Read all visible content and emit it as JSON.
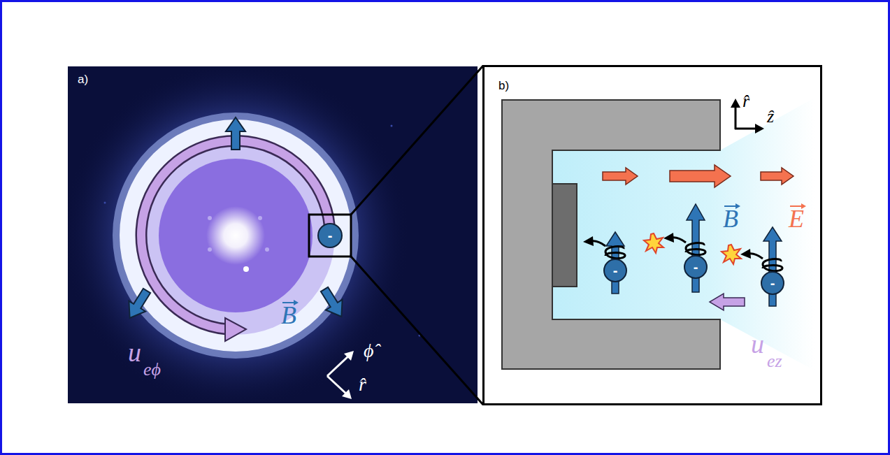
{
  "diagram": {
    "nodes": [
      {
        "text": [
          "a)"
        ]
      },
      {
        "text": [
          "-"
        ],
        "in": 0
      },
      {
        "text": [
          "b)"
        ]
      },
      {
        "text": [
          "-"
        ],
        "in": 2
      },
      {
        "text": [
          "-"
        ],
        "in": 2
      },
      {
        "text": [
          "-"
        ],
        "in": 2
      }
    ],
    "labels": [
      "u",
      "eϕ",
      "B",
      "ϕ̂",
      "r̂",
      "r̂",
      "ẑ",
      "B",
      "E",
      "u",
      "ez"
    ]
  }
}
